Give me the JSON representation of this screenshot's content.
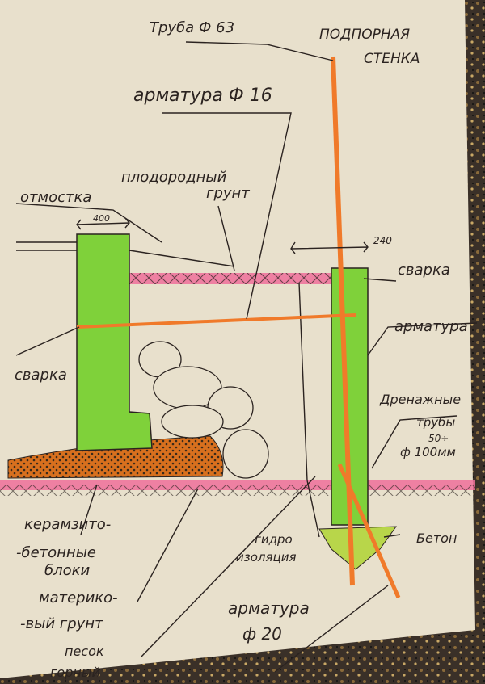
{
  "labels": {
    "pipe": "Труба Ф 63",
    "wall_1": "ПОДПОРНАЯ",
    "wall_2": "СТЕНКА",
    "rebar16": "арматура Ф 16",
    "soil_1": "плодородный",
    "soil_2": "грунт",
    "blind_area": "отмостка",
    "dim_left": "400",
    "dim_right": "240",
    "weld_right": "сварка",
    "weld_left": "сварка",
    "rebar_right": "арматура",
    "drain_1": "Дренажные",
    "drain_2": "трубы",
    "drain_3": "50÷",
    "drain_4": "ф 100мм",
    "concrete": "Бетон",
    "blocks_1": "керамзито-",
    "blocks_2": "-бетонные",
    "blocks_3": "блоки",
    "native_1": "материко-",
    "native_2": "-вый грунт",
    "sand_1": "песок",
    "sand_2": "горный",
    "waterproof_1": "гидро",
    "waterproof_2": "изоляция",
    "rebar20_1": "арматура",
    "rebar20_2": "ф 20"
  },
  "colors": {
    "paper": "#e8e0cc",
    "green": "#7fd13a",
    "orange": "#f07a2a",
    "pink": "#ee6f9a",
    "gravel": "#d8701e"
  }
}
